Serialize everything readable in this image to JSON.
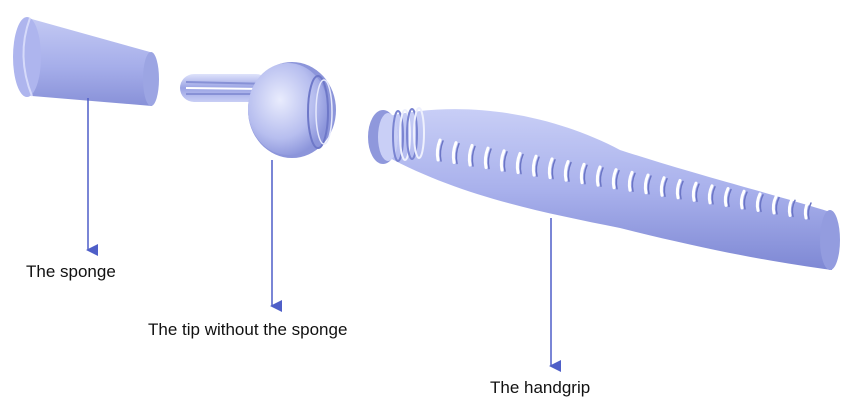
{
  "labels": {
    "sponge": "The sponge",
    "tip": "The tip without the sponge",
    "handgrip": "The handgrip"
  },
  "colors": {
    "part_fill": "#a6aeea",
    "part_dark": "#7e88d4",
    "part_light": "#dfe3fb",
    "arrow": "#4f5fc8",
    "label_text": "#111111"
  }
}
